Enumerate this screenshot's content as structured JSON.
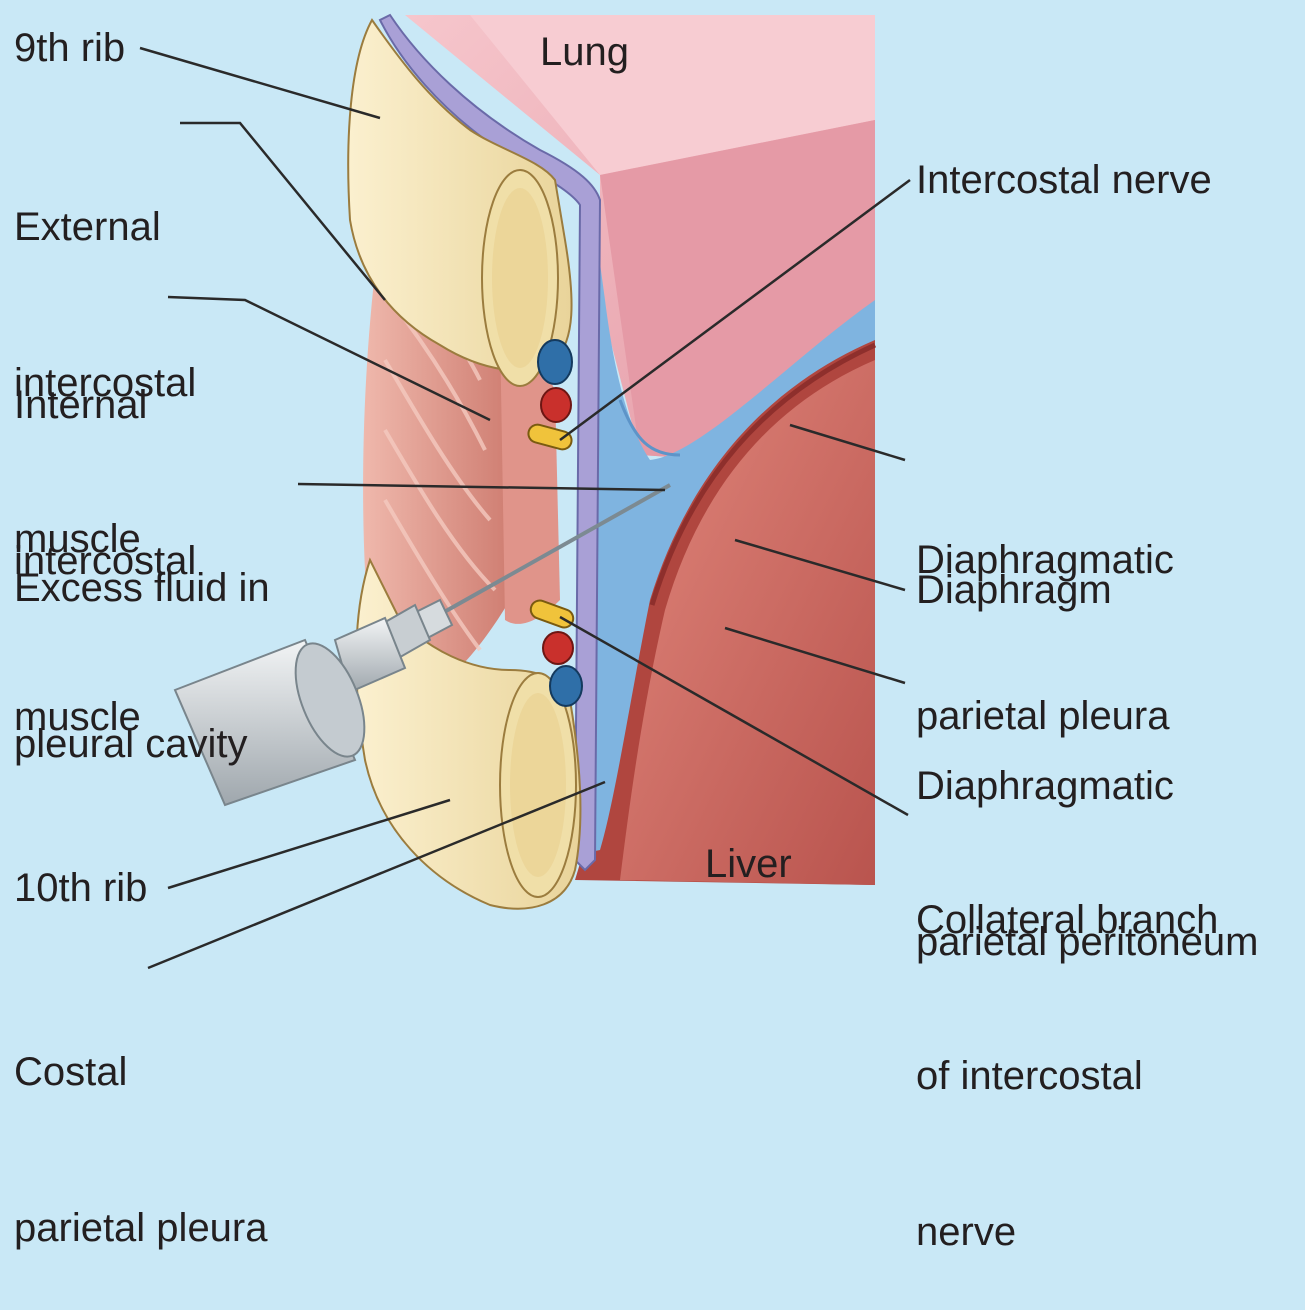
{
  "labels": {
    "lung": "Lung",
    "liver": "Liver",
    "rib9": "9th rib",
    "external_1": "External",
    "external_2": "intercostal",
    "external_3": "muscle",
    "internal_1": "Internal",
    "internal_2": "intercostal",
    "internal_3": "muscle",
    "fluid_1": "Excess fluid in",
    "fluid_2": "pleural cavity",
    "rib10": "10th rib",
    "costal_1": "Costal",
    "costal_2": "parietal pleura",
    "nerve": "Intercostal nerve",
    "dpp_1": "Diaphragmatic",
    "dpp_2": "parietal pleura",
    "diaphragm": "Diaphragm",
    "dpt_1": "Diaphragmatic",
    "dpt_2": "parietal peritoneum",
    "branch_1": "Collateral branch",
    "branch_2": "of intercostal",
    "branch_3": "nerve"
  },
  "colors": {
    "background": "#c9e8f6",
    "lung": "#e8a1ab",
    "pleura_blue": "#7fb4e0",
    "membrane_purple": "#a9a0d6",
    "bone": "#f3e2b3",
    "muscle": "#d98a7e",
    "liver": "#c9615b"
  }
}
